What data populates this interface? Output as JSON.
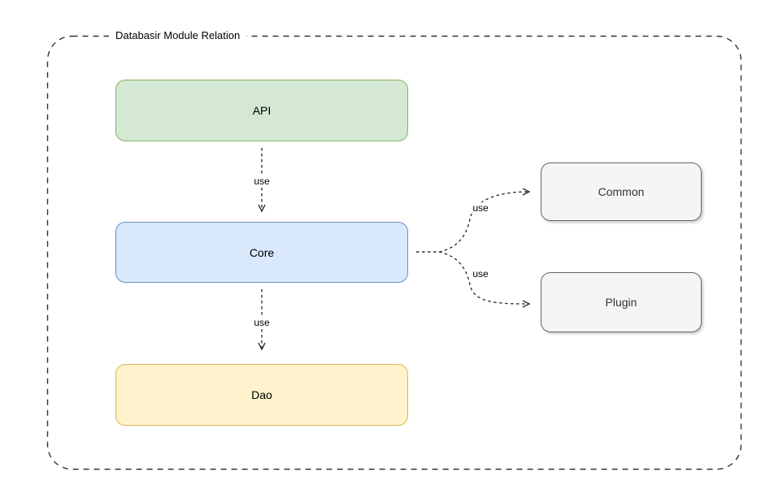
{
  "diagram": {
    "title": "Databasir Module Relation",
    "frame": {
      "style": "dashed-rounded",
      "stroke_color": "#333333"
    },
    "nodes": [
      {
        "id": "api",
        "label": "API",
        "fill": "#d5e8d4",
        "stroke": "#82b366",
        "text_color": "#000000"
      },
      {
        "id": "core",
        "label": "Core",
        "fill": "#dae8fc",
        "stroke": "#6c8ebf",
        "text_color": "#000000"
      },
      {
        "id": "dao",
        "label": "Dao",
        "fill": "#fff2cc",
        "stroke": "#d6b656",
        "text_color": "#000000"
      },
      {
        "id": "common",
        "label": "Common",
        "fill": "#f5f5f5",
        "stroke": "#666666",
        "text_color": "#333333"
      },
      {
        "id": "plugin",
        "label": "Plugin",
        "fill": "#f5f5f5",
        "stroke": "#666666",
        "text_color": "#333333"
      }
    ],
    "edges": [
      {
        "from": "API",
        "to": "Core",
        "label": "use",
        "style": "dashed-open-arrow"
      },
      {
        "from": "Core",
        "to": "Dao",
        "label": "use",
        "style": "dashed-open-arrow"
      },
      {
        "from": "Core",
        "to": "Common",
        "label": "use",
        "style": "dashed-open-arrow"
      },
      {
        "from": "Core",
        "to": "Plugin",
        "label": "use",
        "style": "dashed-open-arrow"
      }
    ]
  }
}
